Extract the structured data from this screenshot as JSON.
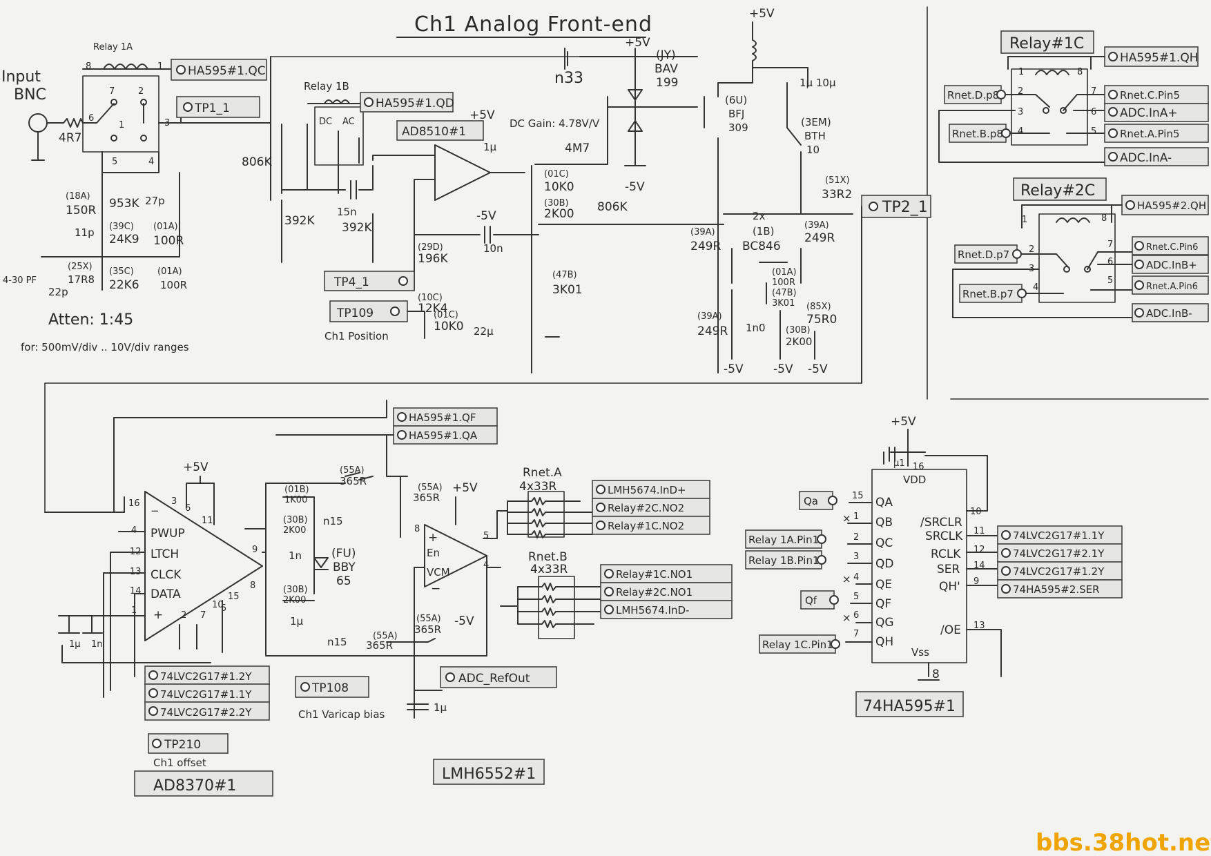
{
  "title": "Ch1 Analog Front-end",
  "watermark": "bbs.38hot.net",
  "top": {
    "input_label_1": "Input",
    "input_label_2": "BNC",
    "r_4r7": "4R7",
    "relay1a": "Relay 1A",
    "relay1a_pins": [
      "8",
      "1",
      "7",
      "2",
      "6",
      "1",
      "3",
      "5",
      "4"
    ],
    "has_qc": "HA595#1.QC",
    "tp1": "TP1_1",
    "c18a": "(18A)",
    "r150r": "150R",
    "c11p": "11p",
    "r953k": "953K",
    "c39c": "(39C)",
    "r24k9": "24K9",
    "c27p": "27p",
    "c01a": "(01A)",
    "r100r": "100R",
    "c25x": "(25X)",
    "r17r8": "17R8",
    "c35c": "(35C)",
    "r22k6": "22K6",
    "c01a2": "(01A)",
    "r100r2": "100R",
    "trim": "4-30 PF",
    "c22p": "22p",
    "atten": "Atten: 1:45",
    "atten_note": "for: 500mV/div .. 10V/div ranges",
    "r806k": "806K",
    "r392k": "392K",
    "relay1b": "Relay 1B",
    "has_qd": "HA595#1.QD",
    "dc": "DC",
    "ac": "AC",
    "c15n": "15n",
    "r392k2": "392K",
    "ad8510": "AD8510#1",
    "plus5": "+5V",
    "minus5": "-5V",
    "c_1u": "1µ",
    "dc_gain": "DC Gain: 4.78V/V",
    "r4m7": "4M7",
    "c01c": "(01C)",
    "r10k0": "10K0",
    "c30b": "(30B)",
    "r2k00": "2K00",
    "r806k2": "806K",
    "c10n": "10n",
    "c29d": "(29D)",
    "r196k": "196K",
    "c10c": "(10C)",
    "r12k4": "12K4",
    "c01c2": "(01C)",
    "r10k02": "10K0",
    "c22u": "22µ",
    "tp4": "TP4_1",
    "tp109": "TP109",
    "ch1pos": "Ch1 Position",
    "c47b": "(47B)",
    "r3k01": "3K01",
    "n33": "n33",
    "bav199_1": "(JY)",
    "bav199_2": "BAV",
    "bav199_3": "199",
    "bf_1": "(6U)",
    "bf_2": "BFJ",
    "bf_3": "309",
    "bth_1": "(3EM)",
    "bth_2": "BTH",
    "bth_3": "10",
    "c1u10u": "1µ 10µ",
    "c51x": "(51X)",
    "r33r2": "33R2",
    "tp2": "TP2_1",
    "c39a": "(39A)",
    "r249r": "249R",
    "bc846_1": "2x",
    "bc846_2": "(1B)",
    "bc846_3": "BC846",
    "c39a2": "(39A)",
    "r249r2": "249R",
    "c01a3": "(01A)",
    "r100r3": "100R",
    "c47b2": "(47B)",
    "r3k012": "3K01",
    "c85x": "(85X)",
    "r75r0": "75R0",
    "c39a3": "(39A)",
    "r249r3": "249R",
    "c1n0": "1n0",
    "c30b2": "(30B)",
    "r2k002": "2K00"
  },
  "relay1c": {
    "title": "Relay#1C",
    "has": "HA595#1.QH",
    "left": [
      "Rnet.D.p8",
      "Rnet.B.p8"
    ],
    "right": [
      "Rnet.C.Pin5",
      "ADC.InA+",
      "Rnet.A.Pin5",
      "ADC.InA-"
    ],
    "pins": [
      "1",
      "8",
      "2",
      "3",
      "4",
      "7",
      "6",
      "5"
    ]
  },
  "relay2c": {
    "title": "Relay#2C",
    "has": "HA595#2.QH",
    "left": [
      "Rnet.D.p7",
      "Rnet.B.p7"
    ],
    "right": [
      "Rnet.C.Pin6",
      "ADC.InB+",
      "Rnet.A.Pin6",
      "ADC.InB-"
    ],
    "pins": [
      "1",
      "8",
      "2",
      "3",
      "4",
      "7",
      "6",
      "5"
    ]
  },
  "ad8370": {
    "name": "AD8370#1",
    "pins": [
      "PWUP",
      "LTCH",
      "CLCK",
      "DATA"
    ],
    "pin_nums": [
      "16",
      "4",
      "12",
      "13",
      "14",
      "1",
      "3",
      "6",
      "11",
      "9",
      "8",
      "15",
      "2",
      "7",
      "10",
      "5"
    ],
    "plus5": "+5V",
    "c1u": "1µ",
    "c1n": "1n",
    "outs": [
      "74LVC2G17#1.2Y",
      "74LVC2G17#1.1Y",
      "74LVC2G17#2.2Y"
    ],
    "tp210": "TP210",
    "offset": "Ch1 offset"
  },
  "lmh6552": {
    "name": "LMH6552#1",
    "has_qf": "HA595#1.QF",
    "has_qa": "HA595#1.QA",
    "c01b": "(01B)",
    "r1k00": "1K00",
    "c30b": "(30B)",
    "r2k00": "2K00",
    "c_n15": "n15",
    "c1n": "1n",
    "varicap_1": "(FU)",
    "varicap_2": "BBY",
    "varicap_3": "65",
    "c1u": "1µ",
    "c_n15b": "n15",
    "c55a": "(55A)",
    "r365r": "365R",
    "plus5": "+5V",
    "minus5": "-5V",
    "pins": [
      "En",
      "VCM"
    ],
    "tp108": "TP108",
    "varicap_note": "Ch1 Varicap bias",
    "adc_ref": "ADC_RefOut",
    "c1u2": "1µ"
  },
  "rnet": {
    "a_name": "Rnet.A",
    "a_val": "4x33R",
    "a_out": [
      "LMH5674.InD+",
      "Relay#2C.NO2",
      "Relay#1C.NO2"
    ],
    "b_name": "Rnet.B",
    "b_val": "4x33R",
    "b_out": [
      "Relay#1C.NO1",
      "Relay#2C.NO1",
      "LMH5674.InD-"
    ]
  },
  "sr": {
    "name": "74HA595#1",
    "plus5": "+5V",
    "vdd": "VDD",
    "vss": "Vss",
    "left_pins": [
      "QA",
      "QB",
      "QC",
      "QD",
      "QE",
      "QF",
      "QG",
      "QH"
    ],
    "right_pins": [
      "/SRCLR",
      "SRCLK",
      "RCLK",
      "SER",
      "QH'",
      "/OE"
    ],
    "left_nums": [
      "15",
      "1",
      "2",
      "3",
      "4",
      "5",
      "6",
      "7"
    ],
    "right_nums": [
      "10",
      "11",
      "12",
      "14",
      "9",
      "13"
    ],
    "num16": "16",
    "num8": "8",
    "c_u1": "µ1",
    "qa_tag": "Qa",
    "qf_tag": "Qf",
    "relay_tags": [
      "Relay 1A.Pin1",
      "Relay 1B.Pin1",
      "Relay 1C.Pin1"
    ],
    "outs": [
      "74LVC2G17#1.1Y",
      "74LVC2G17#2.1Y",
      "74LVC2G17#1.2Y",
      "74HA595#2.SER"
    ]
  }
}
